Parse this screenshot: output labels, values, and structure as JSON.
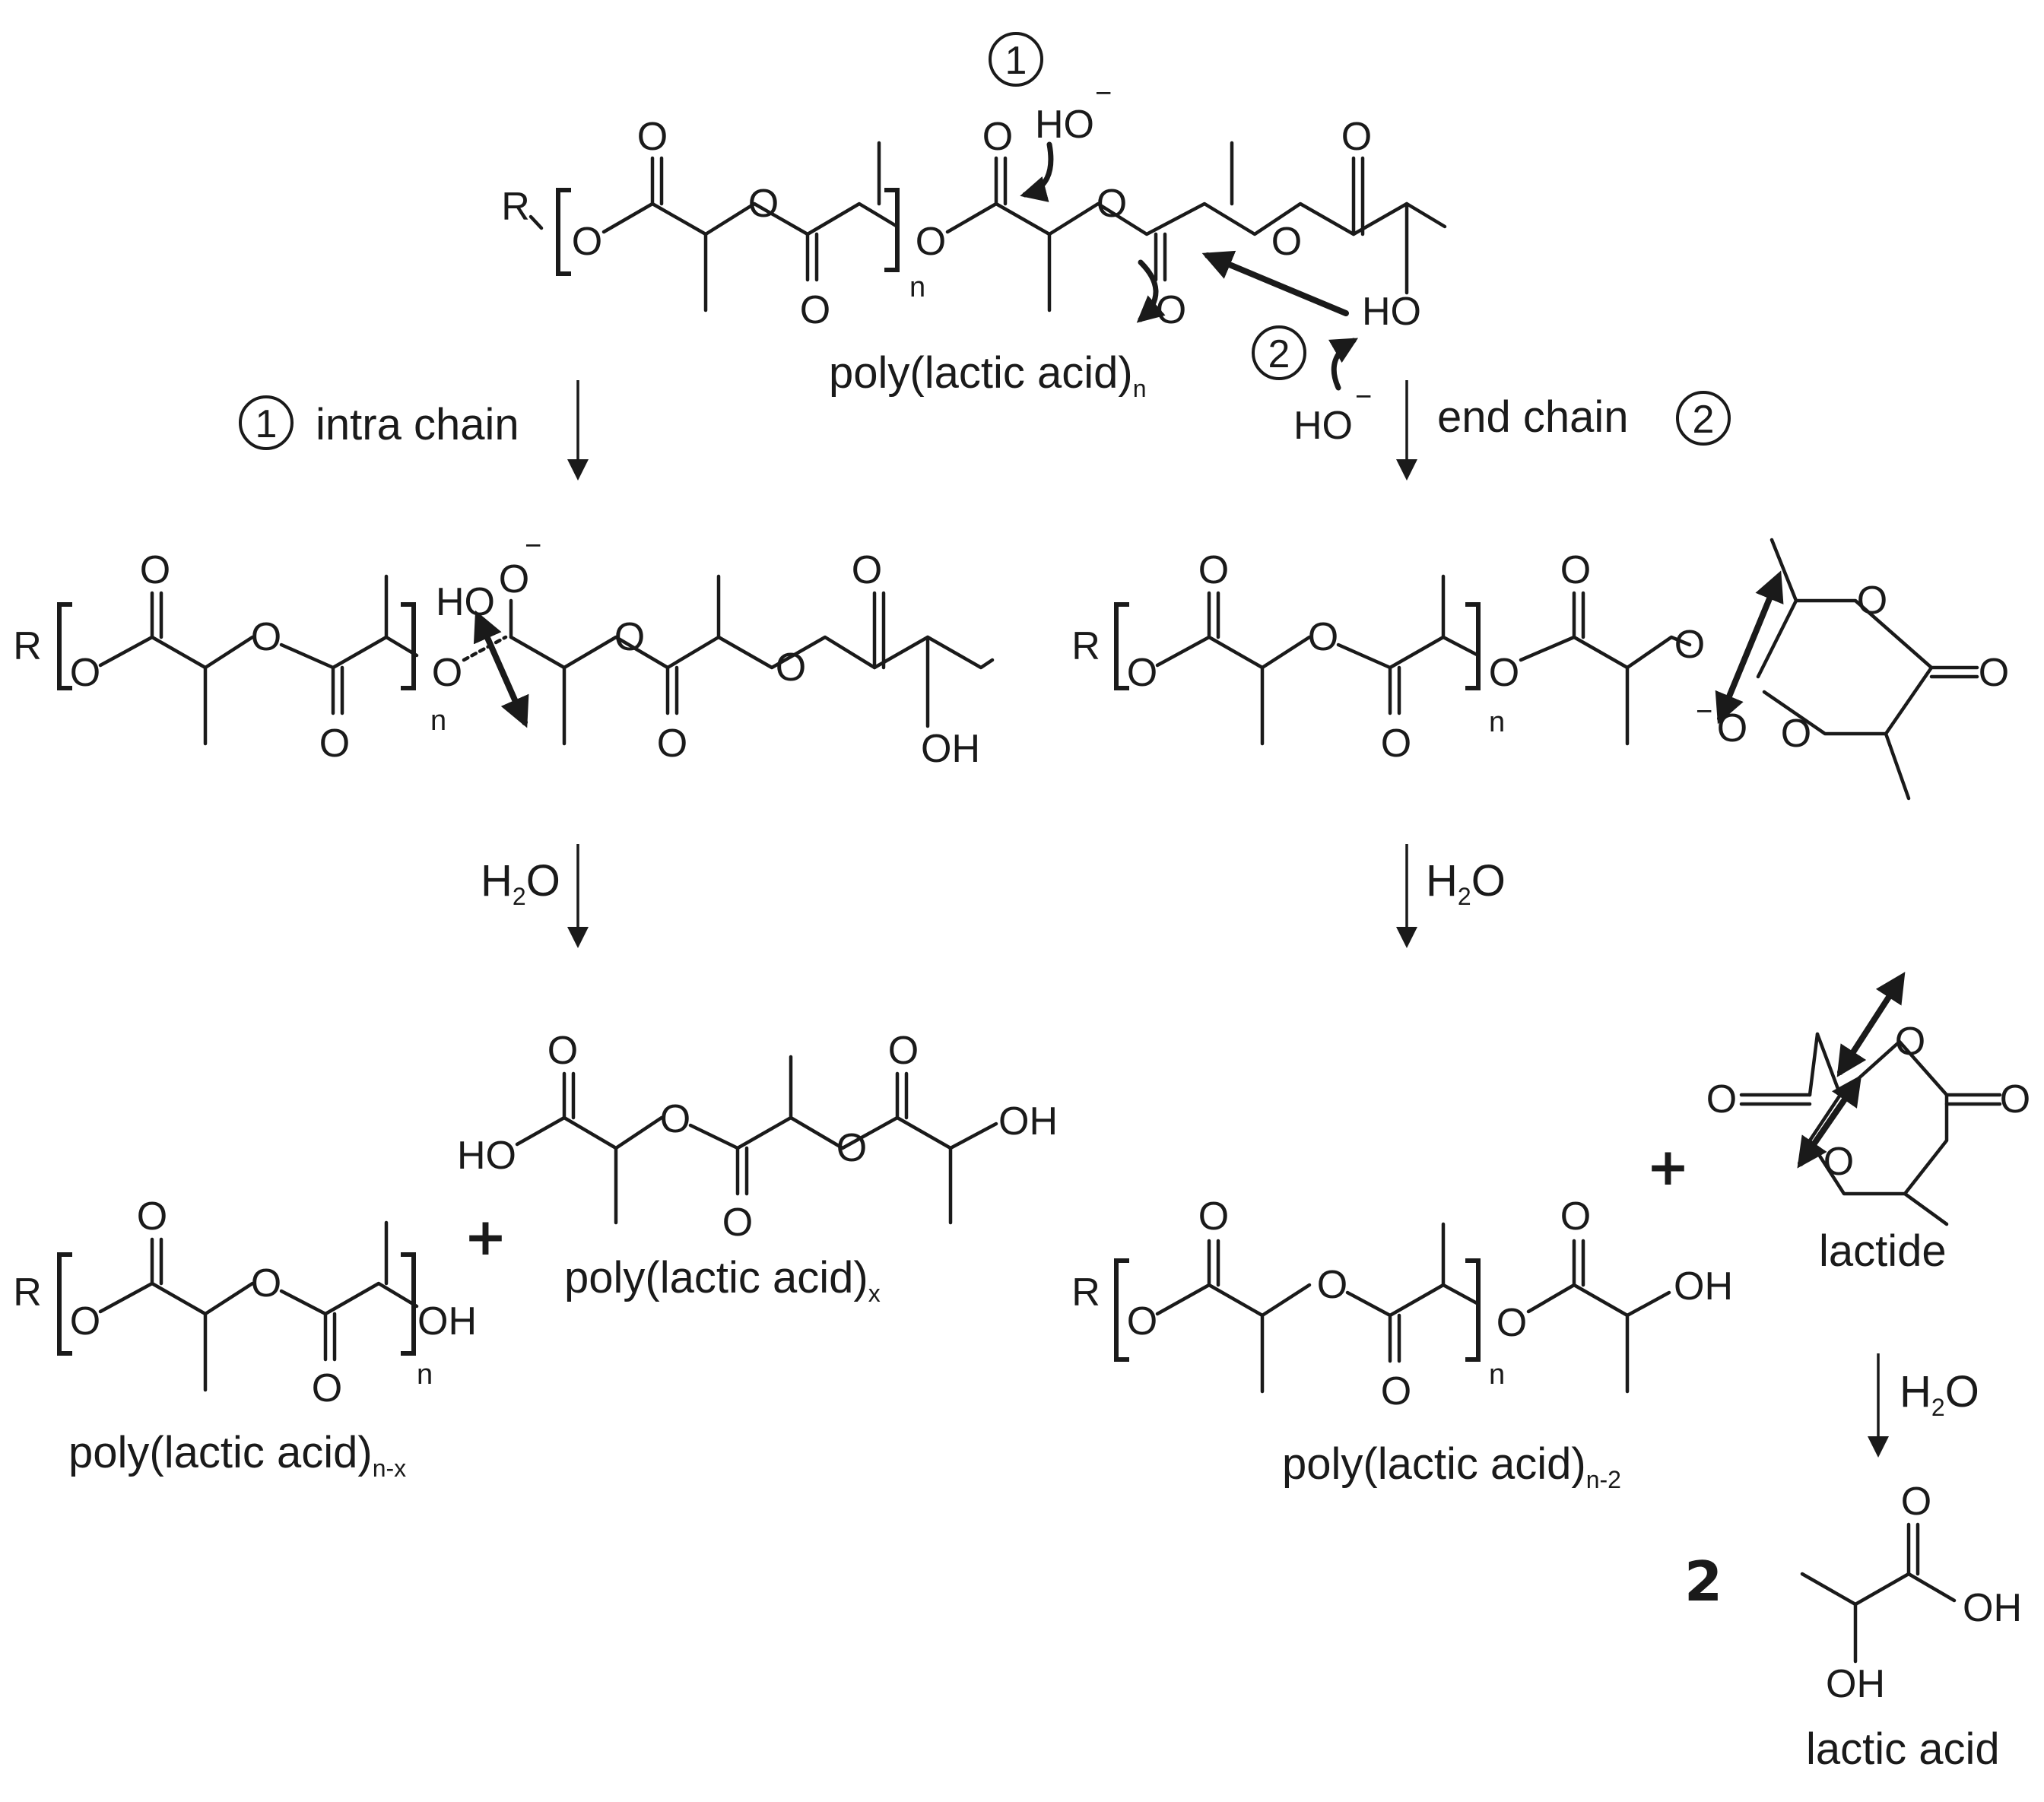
{
  "atoms": {
    "o": "O",
    "r": "R",
    "oh": "OH",
    "ho": "HO",
    "hydroxide_h": "HO",
    "charge_minus": "−",
    "n": "n"
  },
  "circles": {
    "one": "1",
    "two": "2"
  },
  "steps": {
    "intra_chain": "intra chain",
    "end_chain": "end chain",
    "water": "H",
    "water_2": "2",
    "water_o": "O"
  },
  "labels": {
    "pla": "poly(lactic acid)",
    "pla_sub": "n",
    "pla_x": "poly(lactic acid)",
    "pla_x_sub": "x",
    "pla_nx": "poly(lactic acid)",
    "pla_nx_sub": "n-x",
    "pla_n2": "poly(lactic acid)",
    "pla_n2_sub": "n-2",
    "lactide": "lactide",
    "lactic_acid": "lactic acid",
    "coefficient": "2",
    "plus": "+"
  }
}
